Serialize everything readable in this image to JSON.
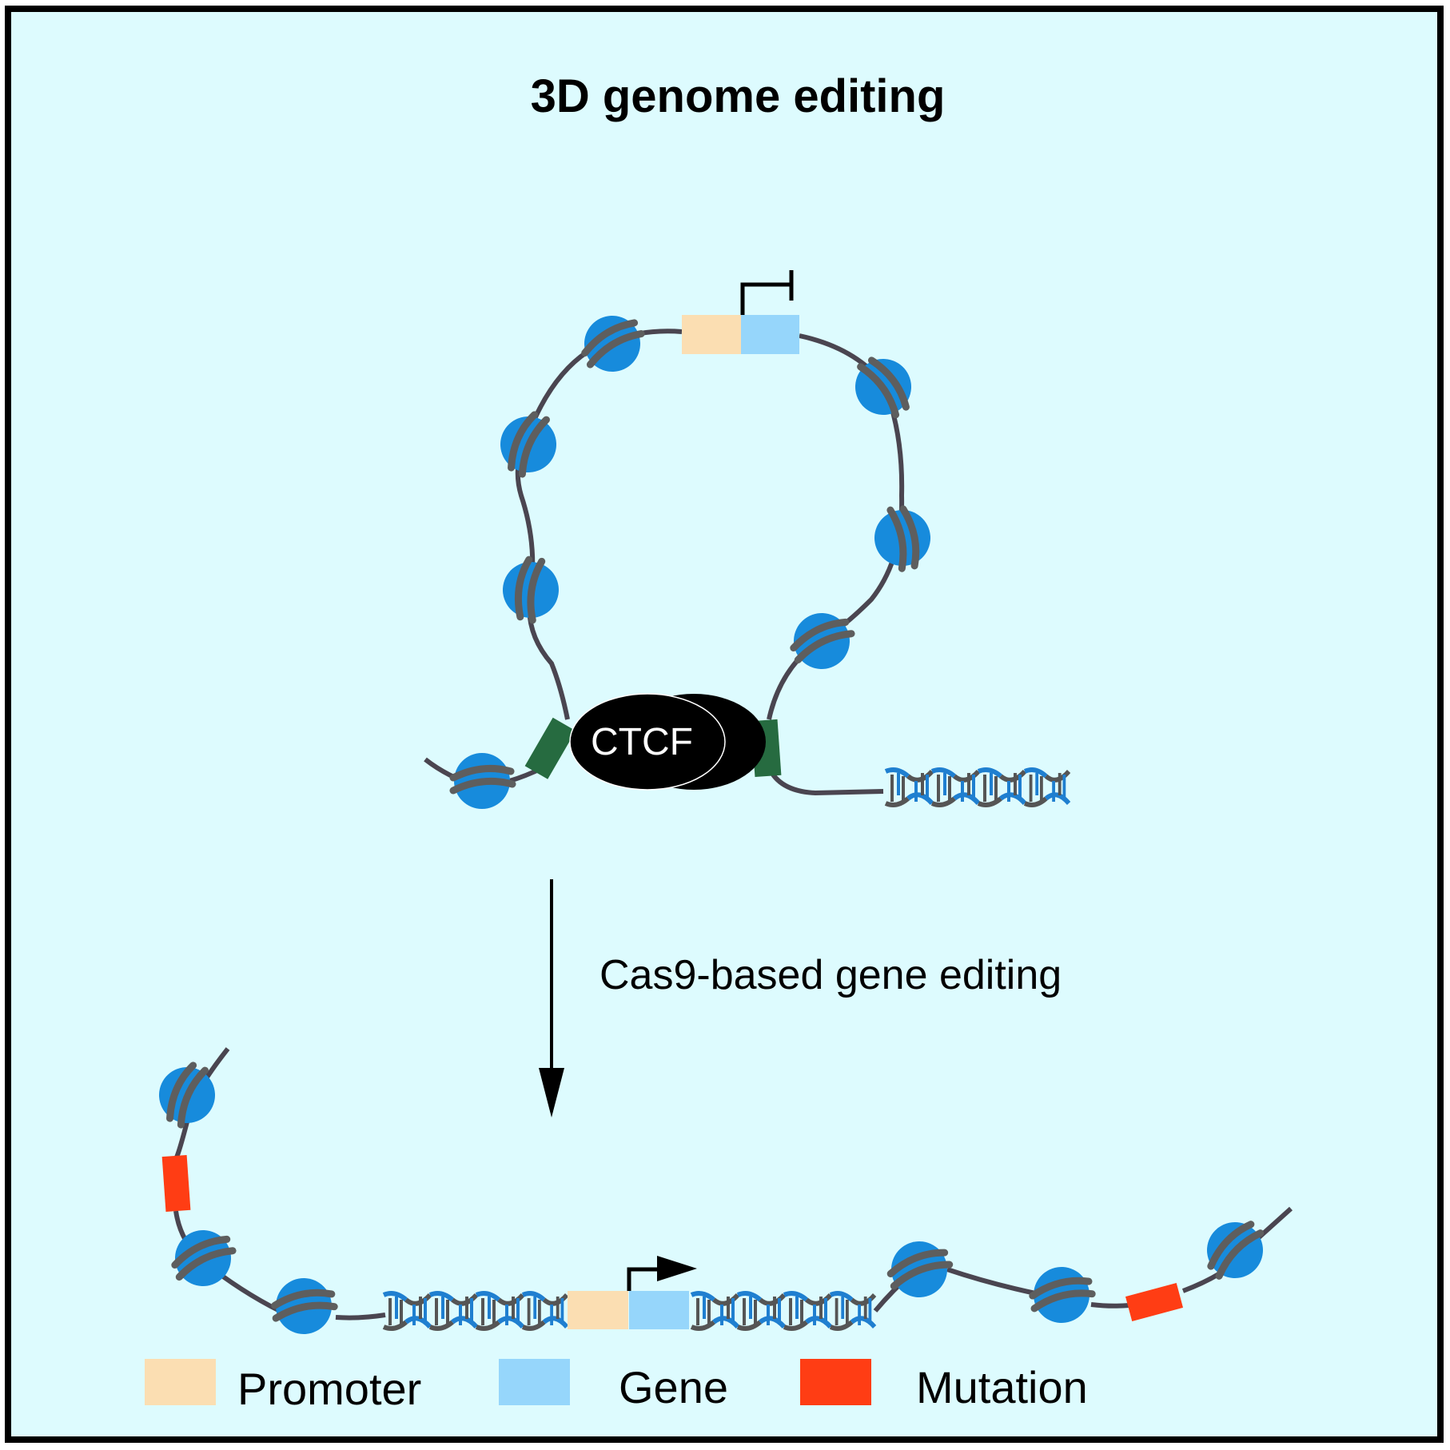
{
  "figure": {
    "title": "3D genome editing",
    "process_label": "Cas9-based gene editing",
    "ctcf_label": "CTCF"
  },
  "legend": [
    {
      "label": "Promoter",
      "color": "#fbdeb2"
    },
    {
      "label": "Gene",
      "color": "#96d6fb"
    },
    {
      "label": "Mutation",
      "color": "#ff3d14"
    }
  ],
  "colors": {
    "background": "#ddfbfe",
    "border": "#000000",
    "nucleosome": "#178bdc",
    "dna_strand_dark": "#555555",
    "dna_strand_blue": "#1f7fd0",
    "ctcf_body": "#000000",
    "ctcf_site": "#266b40",
    "promoter": "#fbdeb2",
    "gene": "#96d6fb",
    "mutation": "#ff3d14"
  },
  "states": {
    "before": {
      "gene_state": "repressed"
    },
    "after": {
      "gene_state": "active"
    }
  }
}
